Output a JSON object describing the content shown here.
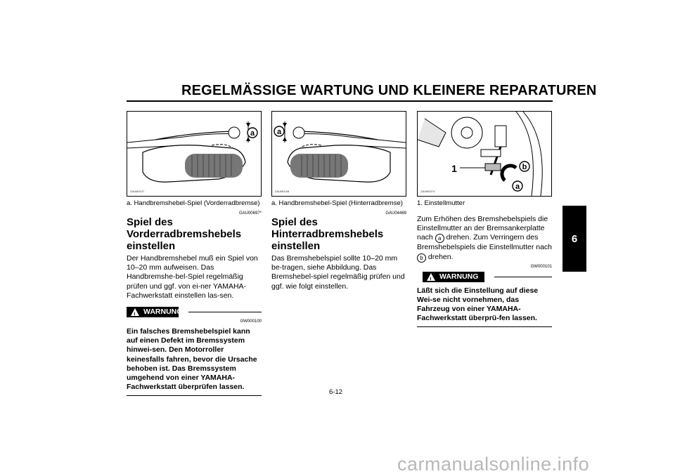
{
  "header": {
    "title": "REGELMÄSSIGE WARTUNG UND KLEINERE REPARATUREN"
  },
  "chapter_tab": "6",
  "col1": {
    "figure_code": "ZAUM0107",
    "figure_label": "a",
    "caption": "a. Handbremshebel-Spiel (Vorderradbremse)",
    "code": "GAU00697*",
    "title": "Spiel des Vorderradbremshebels einstellen",
    "body": "Der Handbremshebel muß ein Spiel von 10–20 mm aufweisen. Das Handbremshe-bel-Spiel regelmäßig prüfen und ggf. von ei-ner YAMAHA- Fachwerkstatt einstellen las-sen.",
    "warning_label": "WARNUNG",
    "warning_code": "GW000100",
    "warning_text": "Ein falsches Bremshebelspiel kann auf einen Defekt im Bremssystem hinwei-sen. Den Motorroller keinesfalls fahren, bevor die Ursache behoben ist. Das Bremssystem umgehend von einer YAMAHA- Fachwerkstatt überprüfen lassen."
  },
  "col2": {
    "figure_code": "ZAUM0108",
    "figure_label": "a",
    "caption": "a. Handbremshebel-Spiel (Hinterradbremse)",
    "code": "GAU04469",
    "title": "Spiel des Hinterradbremshebels einstellen",
    "body": "Das Bremshebelspiel sollte 10–20 mm be-tragen, siehe Abbildung. Das Bremshebel-spiel regelmäßig prüfen und ggf. wie folgt einstellen."
  },
  "col3": {
    "figure_code": "ZAUM0374",
    "figure_label_1": "1",
    "figure_label_a": "a",
    "figure_label_b": "b",
    "caption": "1. Einstellmutter",
    "body_part1": "Zum Erhöhen des Bremshebelspiels die Einstellmutter an der Bremsankerplatte nach",
    "body_circ_a": "a",
    "body_part2": "drehen. Zum Verringern des Bremshebelspiels die Einstellmutter nach",
    "body_circ_b": "b",
    "body_part3": "drehen.",
    "warning_code": "GW000101",
    "warning_label": "WARNUNG",
    "warning_text": "Läßt sich die Einstellung auf diese Wei-se nicht vornehmen, das Fahrzeug von einer YAMAHA-Fachwerkstatt überprü-fen lassen."
  },
  "page_number": "6-12",
  "watermark": "carmanualsonline.info"
}
